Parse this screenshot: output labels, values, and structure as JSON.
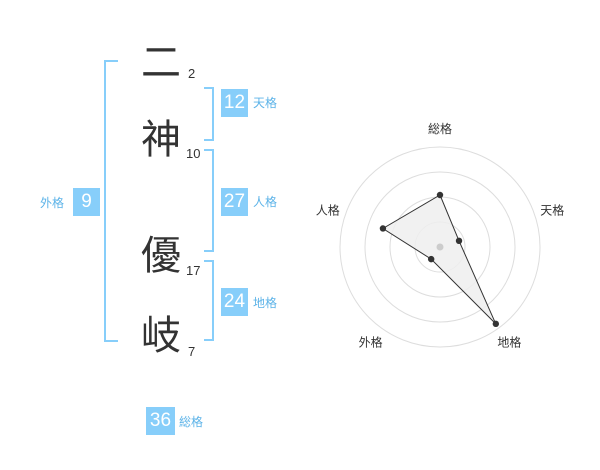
{
  "name": {
    "chars": [
      {
        "char": "二",
        "strokes": "2"
      },
      {
        "char": "神",
        "strokes": "10"
      },
      {
        "char": "優",
        "strokes": "17"
      },
      {
        "char": "岐",
        "strokes": "7"
      }
    ]
  },
  "fortunes": {
    "tenkaku": {
      "value": "12",
      "label": "天格"
    },
    "jinkaku": {
      "value": "27",
      "label": "人格"
    },
    "chikaku": {
      "value": "24",
      "label": "地格"
    },
    "gaikaku": {
      "value": "9",
      "label": "外格"
    },
    "soukaku": {
      "value": "36",
      "label": "総格"
    }
  },
  "radar": {
    "axes": [
      "総格",
      "天格",
      "地格",
      "外格",
      "人格"
    ],
    "values": [
      0.52,
      0.2,
      0.95,
      0.15,
      0.6
    ],
    "rings": 4,
    "colors": {
      "ring": "#dddddd",
      "fill": "#eeeeee",
      "line": "#333333",
      "point": "#333333",
      "center": "#cccccc"
    }
  }
}
